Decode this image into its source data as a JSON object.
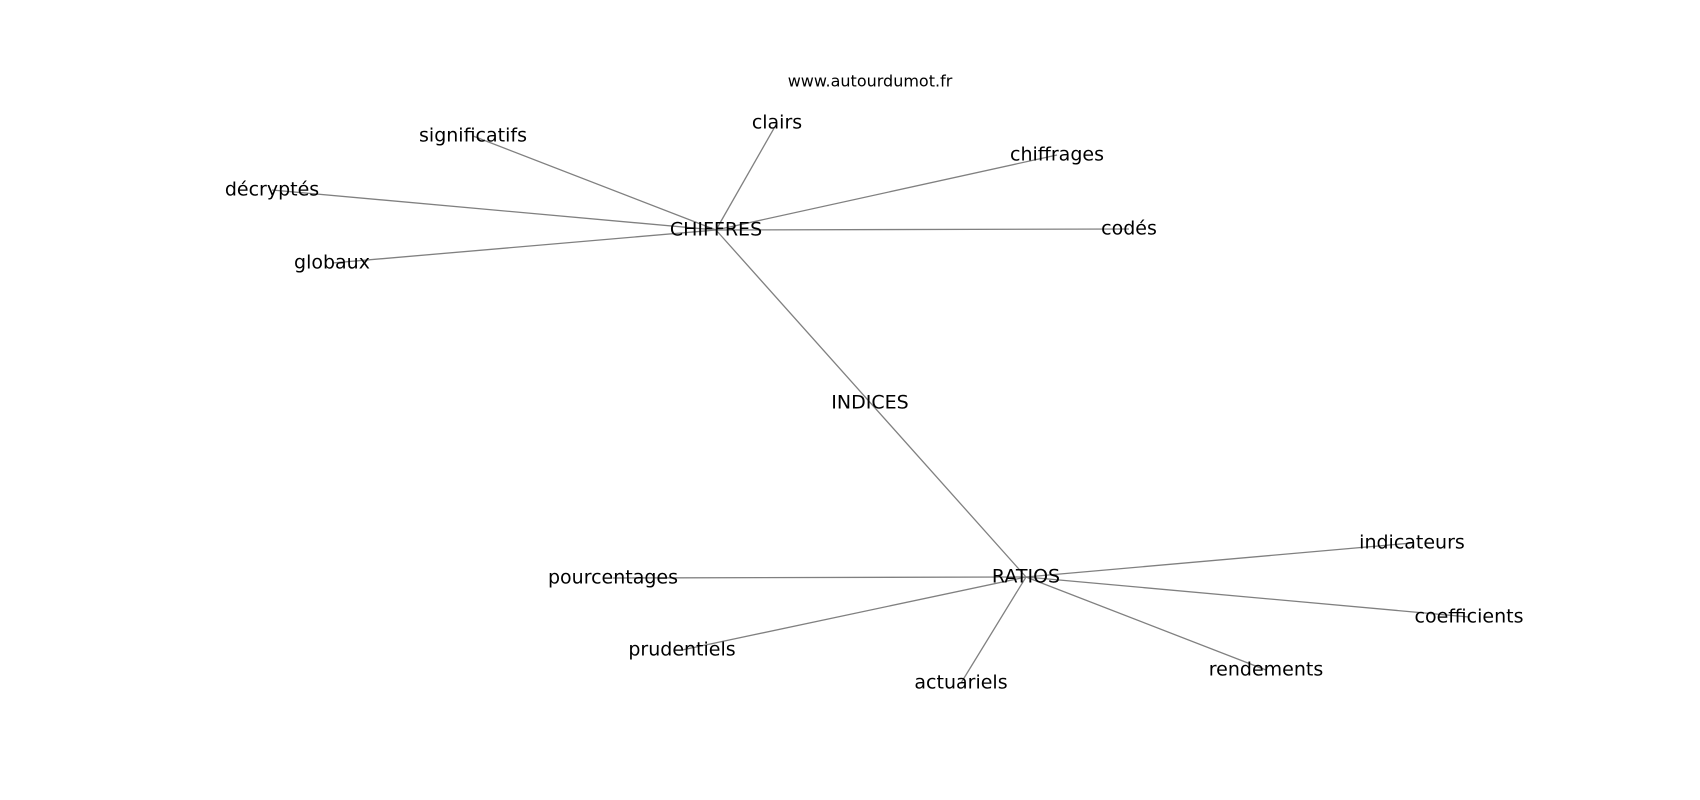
{
  "source": "www.autourdumot.fr",
  "colors": {
    "edge": "#808080",
    "text": "#000000",
    "background": "#ffffff"
  },
  "nodes": [
    {
      "id": "indices",
      "label": "INDICES"
    },
    {
      "id": "chiffres",
      "label": "CHIFFRES"
    },
    {
      "id": "ratios",
      "label": "RATIOS"
    },
    {
      "id": "clairs",
      "label": "clairs"
    },
    {
      "id": "significatifs",
      "label": "significatifs"
    },
    {
      "id": "chiffrages",
      "label": "chiffrages"
    },
    {
      "id": "decryptes",
      "label": "décryptés"
    },
    {
      "id": "codes",
      "label": "codés"
    },
    {
      "id": "globaux",
      "label": "globaux"
    },
    {
      "id": "indicateurs",
      "label": "indicateurs"
    },
    {
      "id": "pourcentages",
      "label": "pourcentages"
    },
    {
      "id": "coefficients",
      "label": "coefficients"
    },
    {
      "id": "prudentiels",
      "label": "prudentiels"
    },
    {
      "id": "rendements",
      "label": "rendements"
    },
    {
      "id": "actuariels",
      "label": "actuariels"
    }
  ],
  "edges": [
    [
      "chiffres",
      "ratios"
    ],
    [
      "chiffres",
      "clairs"
    ],
    [
      "chiffres",
      "significatifs"
    ],
    [
      "chiffres",
      "chiffrages"
    ],
    [
      "chiffres",
      "decryptes"
    ],
    [
      "chiffres",
      "codes"
    ],
    [
      "chiffres",
      "globaux"
    ],
    [
      "ratios",
      "indicateurs"
    ],
    [
      "ratios",
      "pourcentages"
    ],
    [
      "ratios",
      "coefficients"
    ],
    [
      "ratios",
      "prudentiels"
    ],
    [
      "ratios",
      "rendements"
    ],
    [
      "ratios",
      "actuariels"
    ]
  ]
}
